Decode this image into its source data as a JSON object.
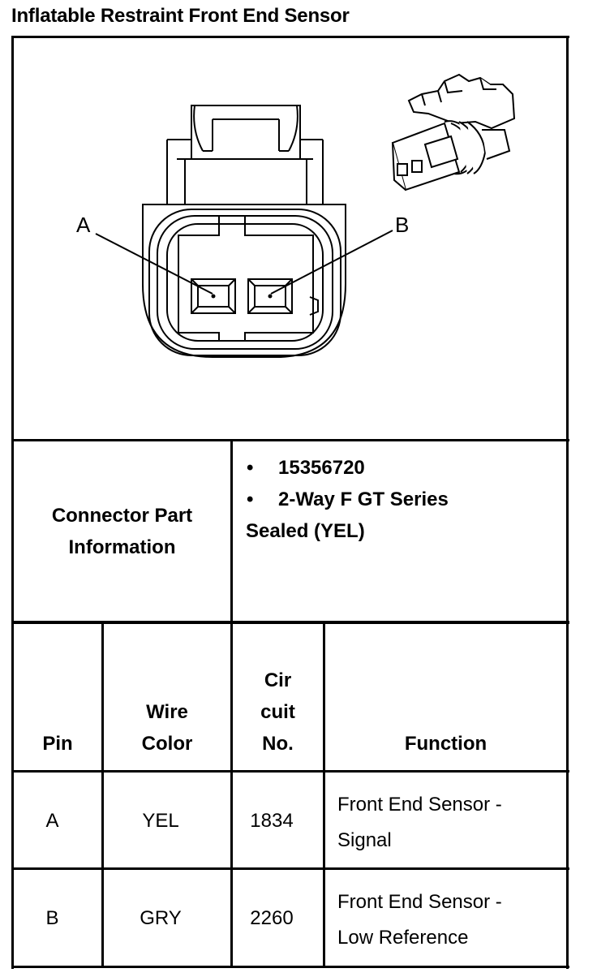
{
  "title": "Inflatable Restraint Front End Sensor",
  "diagram": {
    "pin_a_label": "A",
    "pin_b_label": "B"
  },
  "connector": {
    "label_line1": "Connector Part",
    "label_line2": "Information",
    "bullets": [
      "15356720",
      "2-Way F GT Series"
    ],
    "bullet_continuation": "Sealed (YEL)"
  },
  "table": {
    "headers": {
      "pin": "Pin",
      "wire_color_line1": "Wire",
      "wire_color_line2": "Color",
      "circuit_line1": "Cir",
      "circuit_line2": "cuit",
      "circuit_line3": "No.",
      "function": "Function"
    },
    "rows": [
      {
        "pin": "A",
        "wire_color": "YEL",
        "circuit": "1834",
        "function_line1": "Front End Sensor -",
        "function_line2": "Signal"
      },
      {
        "pin": "B",
        "wire_color": "GRY",
        "circuit": "2260",
        "function_line1": "Front End Sensor -",
        "function_line2": "Low Reference"
      }
    ]
  }
}
